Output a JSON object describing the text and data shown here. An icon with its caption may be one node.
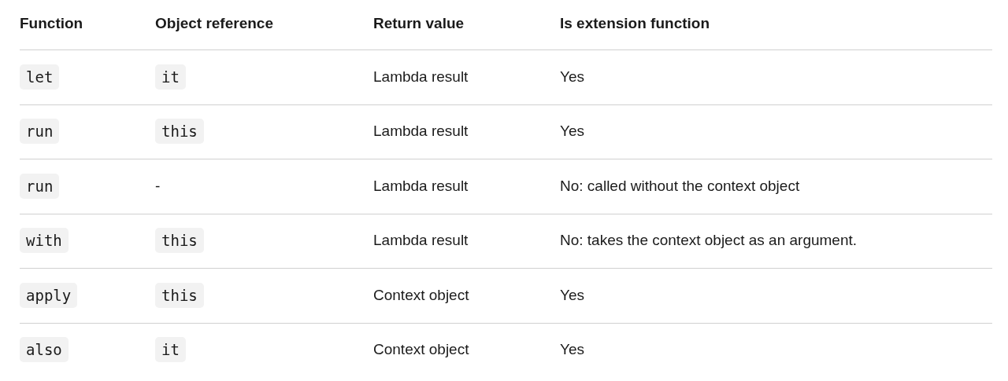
{
  "diagram": {
    "labels": [
      "Function",
      "Object reference",
      "Return value",
      "Is extension function",
      "let",
      "it",
      "Lambda result",
      "Yes",
      "run",
      "this",
      "Lambda result",
      "Yes",
      "run",
      "-",
      "Lambda result",
      "No: called without the context object",
      "with",
      "this",
      "Lambda result",
      "No: takes the context object as an argument.",
      "apply",
      "this",
      "Context object",
      "Yes",
      "also",
      "it",
      "Context object",
      "Yes"
    ]
  }
}
